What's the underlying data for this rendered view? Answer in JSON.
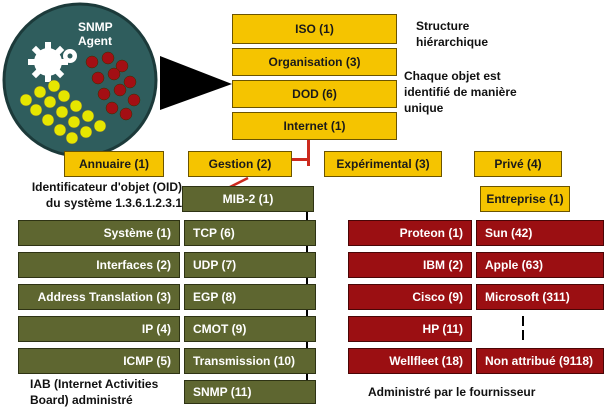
{
  "agent": {
    "label_line1": "SNMP",
    "label_line2": "Agent"
  },
  "top_chain": [
    "ISO (1)",
    "Organisation (3)",
    "DOD (6)",
    "Internet (1)"
  ],
  "notes": {
    "structure_line1": "Structure",
    "structure_line2": "hiérarchique",
    "unique_line1": "Chaque objet est",
    "unique_line2": "identifié de manière",
    "unique_line3": "unique",
    "oid_line1": "Identificateur d'objet (OID)",
    "oid_line2": "du système 1.3.6.1.2.3.1",
    "iab_line1": "IAB (Internet Activities",
    "iab_line2": "Board) administré",
    "vendor": "Administré par le fournisseur"
  },
  "internet_children": {
    "annuaire": "Annuaire (1)",
    "gestion": "Gestion (2)",
    "experimental": "Expérimental (3)",
    "prive": "Privé (4)"
  },
  "mib2": "MIB-2  (1)",
  "entreprise": "Entreprise (1)",
  "mib_left": [
    "Système (1)",
    "Interfaces (2)",
    "Address Translation (3)",
    "IP (4)",
    "ICMP (5)"
  ],
  "mib_right": [
    "TCP (6)",
    "UDP (7)",
    "EGP (8)",
    "CMOT (9)",
    "Transmission (10)",
    "SNMP (11)"
  ],
  "vendors_left": [
    "Proteon (1)",
    "IBM (2)",
    "Cisco (9)",
    "HP (11)",
    "Wellfleet (18)"
  ],
  "vendors_right": [
    "Sun (42)",
    "Apple (63)",
    "Microsoft (311)",
    "",
    "Non attribué (9118)"
  ],
  "colors": {
    "gold": "#f5c400",
    "olive": "#5e6630",
    "red": "#9b0f12",
    "connector": "#cc2a1e",
    "disk": "#2f5d5d"
  }
}
